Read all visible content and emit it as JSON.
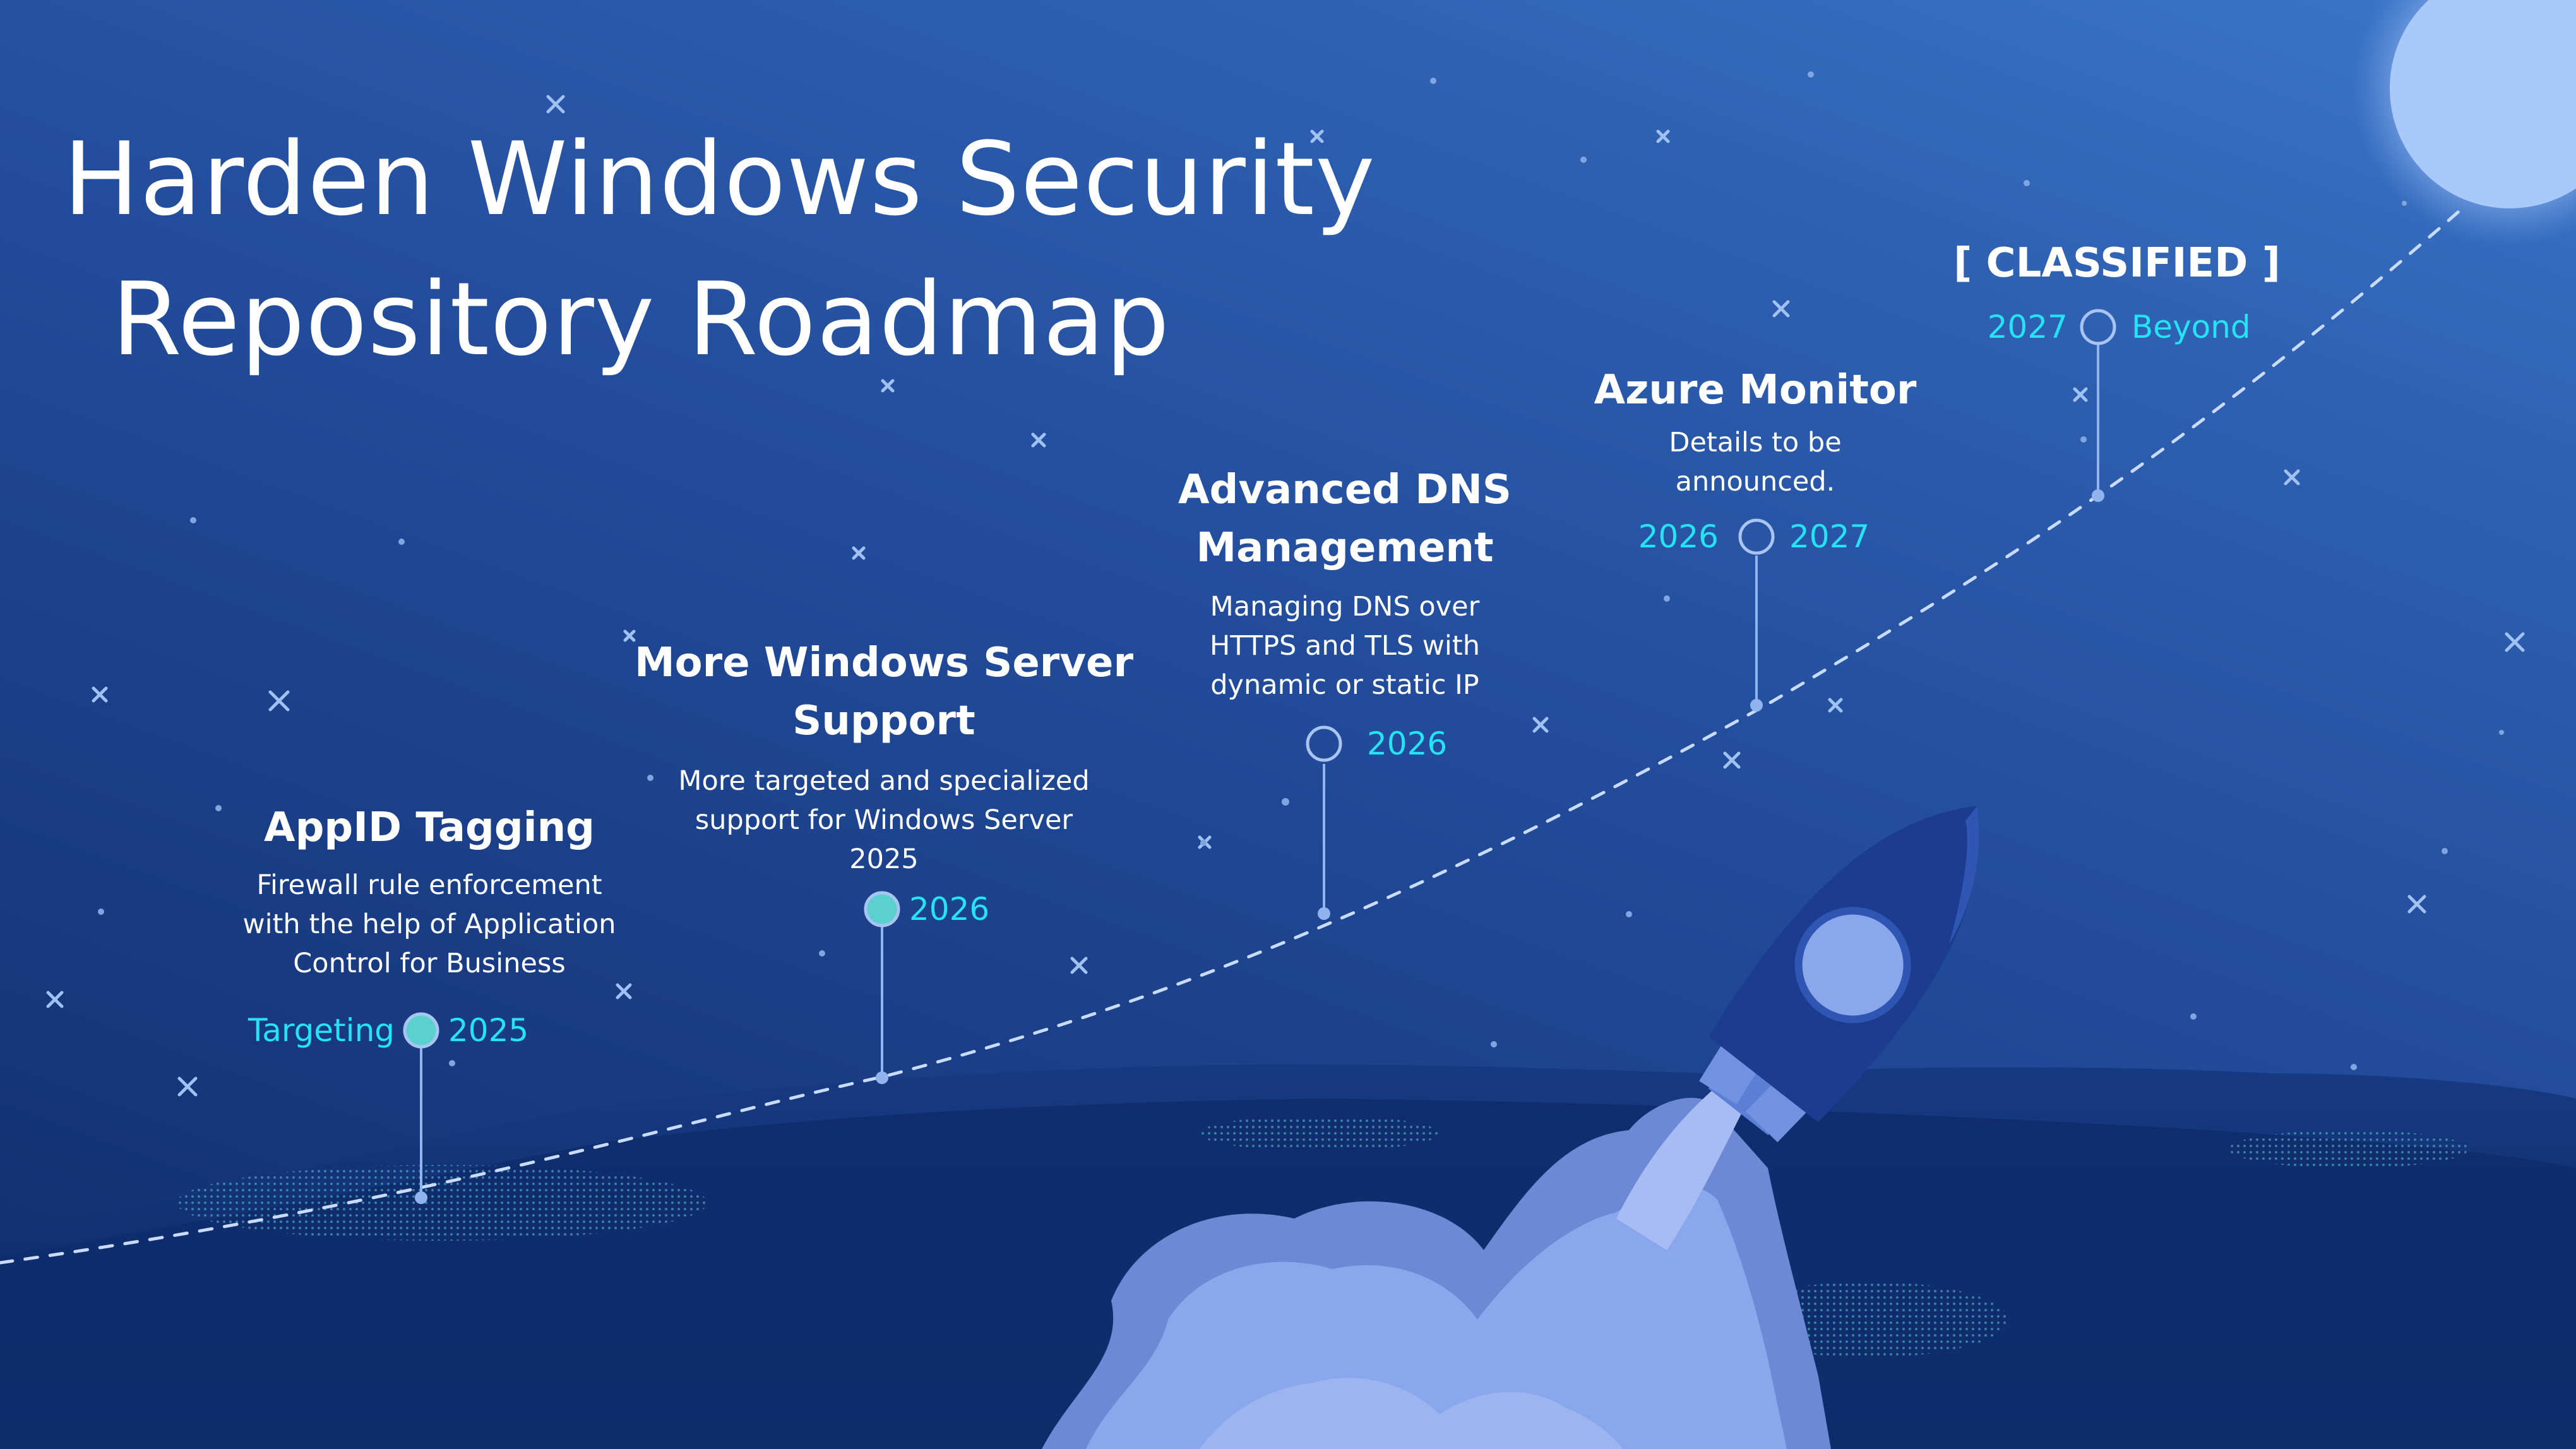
{
  "title": {
    "line1": "Harden Windows Security",
    "line2": "Repository Roadmap"
  },
  "colors": {
    "accent": "#25e2f4",
    "marker_fill": "#5ad1cf",
    "marker_outline": "#8fb4ee",
    "path": "#c9dcff",
    "ground": "#0f2d6c",
    "rocket": "#1b3c8f",
    "smoke": "#8aa6ec",
    "moon": "#bcd6ff"
  },
  "milestones": [
    {
      "title": "AppID Tagging",
      "desc": [
        "Firewall rule enforcement",
        "with the help of Application",
        "Control for Business"
      ],
      "label_left": "Targeting",
      "label_right": "2025",
      "marker": "filled"
    },
    {
      "title_lines": [
        "More Windows Server",
        "Support"
      ],
      "desc": [
        "More targeted and specialized",
        "support for Windows Server",
        "2025"
      ],
      "label_right": "2026",
      "marker": "filled"
    },
    {
      "title_lines": [
        "Advanced DNS",
        "Management"
      ],
      "desc": [
        "Managing DNS over",
        "HTTPS and TLS with",
        "dynamic or static IP"
      ],
      "label_right": "2026",
      "marker": "outline"
    },
    {
      "title": "Azure Monitor",
      "desc": [
        "Details to be",
        "announced."
      ],
      "label_left": "2026",
      "label_right": "2027",
      "marker": "outline"
    },
    {
      "title": "[ CLASSIFIED ]",
      "label_left": "2027",
      "label_right": "Beyond",
      "marker": "outline"
    }
  ],
  "icons": [
    "rocket-icon",
    "moon-icon",
    "star-icon",
    "smoke-cloud-icon"
  ]
}
